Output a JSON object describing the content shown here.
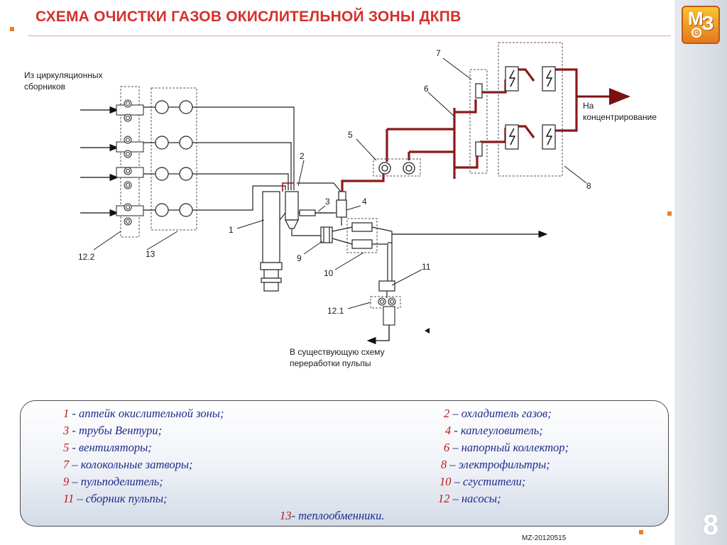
{
  "slide": {
    "title": "СХЕМА ОЧИСТКИ ГАЗОВ ОКИСЛИТЕЛЬНОЙ ЗОНЫ ДКПВ",
    "page_number": "8",
    "footer_code": "MZ-20120515",
    "logo": {
      "letter_m": "M",
      "letter_3": "З",
      "copyright": "©"
    },
    "accent_color": "#d4302b"
  },
  "diagram": {
    "labels": {
      "inlet_line1": "Из циркуляционных",
      "inlet_line2": "сборников",
      "outlet_line1": "На",
      "outlet_line2": "концентрирование",
      "pulp_line1": "В существующую схему",
      "pulp_line2": "переработки пульпы"
    },
    "numbers": {
      "n1": "1",
      "n2": "2",
      "n3": "3",
      "n4": "4",
      "n5": "5",
      "n6": "6",
      "n7": "7",
      "n8": "8",
      "n9": "9",
      "n10": "10",
      "n11": "11",
      "n12_1": "12.1",
      "n12_2": "12.2",
      "n13": "13"
    },
    "colors": {
      "gas_line": "#8b1a1a",
      "liquid_line": "#333333"
    }
  },
  "legend": {
    "items": [
      {
        "num": "1",
        "text": " - аптейк окислительной зоны;"
      },
      {
        "num": "2",
        "text": " – охладитель газов;"
      },
      {
        "num": "3",
        "text": " - трубы Вентури;"
      },
      {
        "num": "4",
        "text": " - каплеуловитель;"
      },
      {
        "num": "5",
        "text": " - вентиляторы;"
      },
      {
        "num": "6",
        "text": " – напорный коллектор;"
      },
      {
        "num": "7",
        "text": " – колокольные затворы;"
      },
      {
        "num": "8",
        "text": " – электрофильтры;"
      },
      {
        "num": "9",
        "text": " – пульподелитель;"
      },
      {
        "num": "10",
        "text": " – сгустители;"
      },
      {
        "num": "11",
        "text": " – сборник пульпы;"
      },
      {
        "num": "12",
        "text": " – насосы;"
      },
      {
        "num": "13",
        "text": "- теплообменники."
      }
    ]
  }
}
